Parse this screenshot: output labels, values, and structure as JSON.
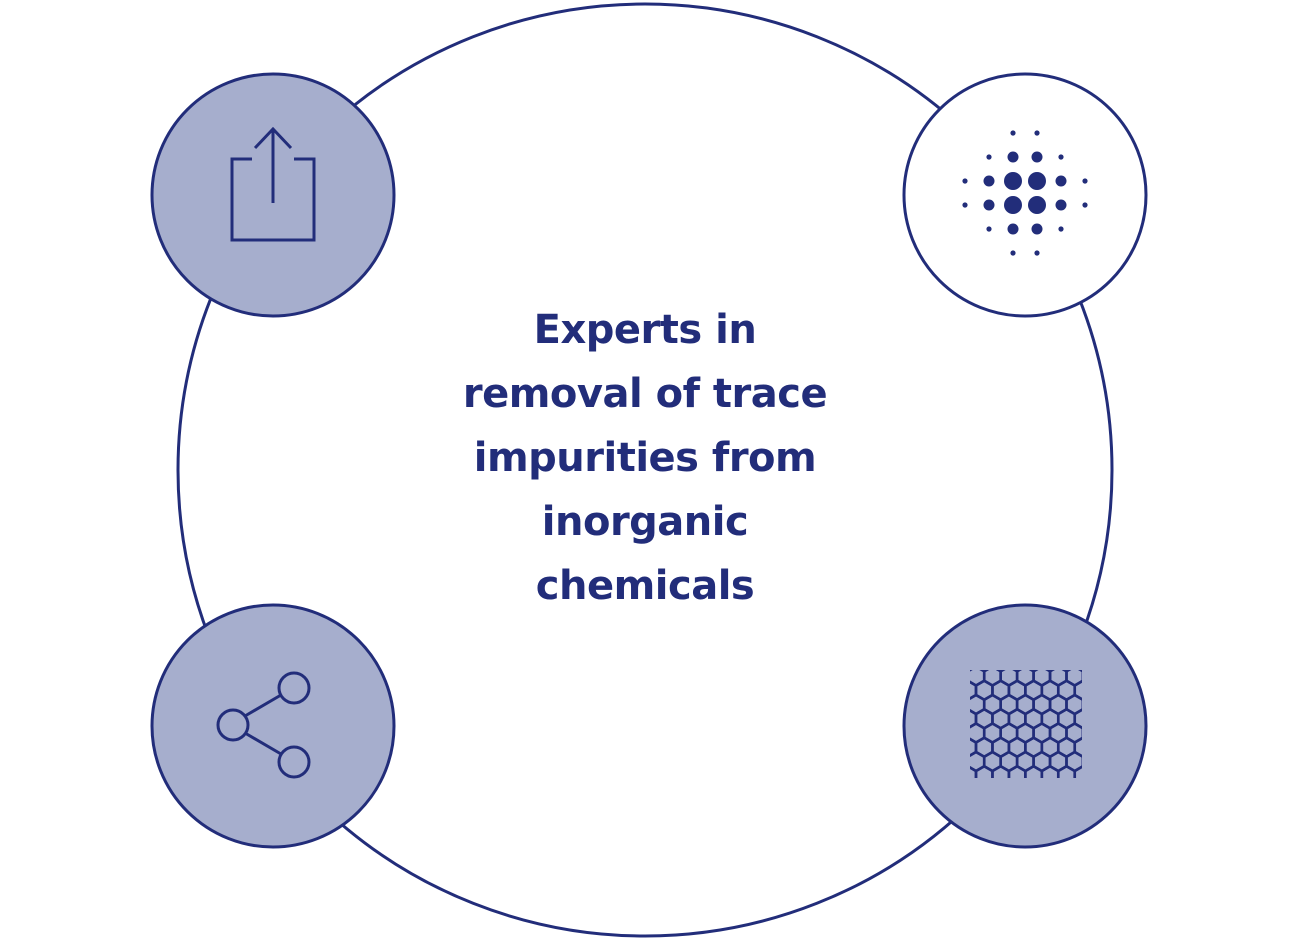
{
  "colors": {
    "navy": "#222d7a",
    "fill": "#a6aecd",
    "background": "#ffffff"
  },
  "center_text": {
    "lines": [
      "Experts in",
      "removal of trace",
      "impurities from",
      "inorganic",
      "chemicals"
    ]
  },
  "nodes": {
    "top_left": {
      "icon": "export-icon",
      "filled": true
    },
    "top_right": {
      "icon": "dot-matrix-icon",
      "filled": false
    },
    "bottom_left": {
      "icon": "share-icon",
      "filled": true
    },
    "bottom_right": {
      "icon": "honeycomb-lattice-icon",
      "filled": true
    }
  }
}
